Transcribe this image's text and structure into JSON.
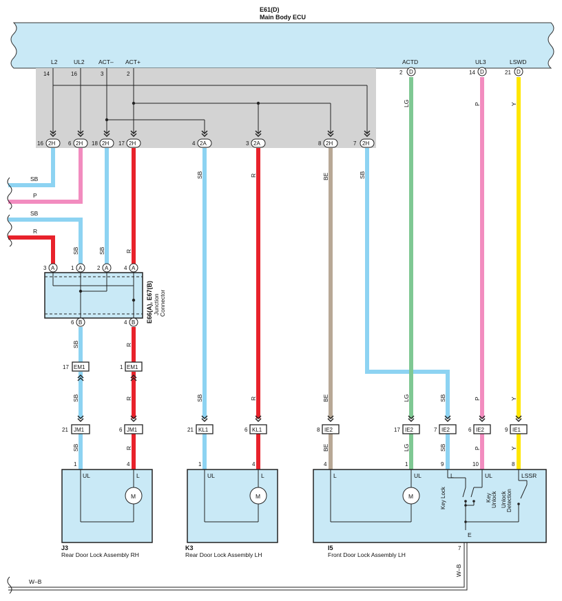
{
  "ecu": {
    "code": "E61(D)",
    "name": "Main Body ECU"
  },
  "ecu_pins": [
    {
      "label": "L2",
      "num": "14"
    },
    {
      "label": "UL2",
      "num": "16"
    },
    {
      "label": "ACT–",
      "num": "3"
    },
    {
      "label": "ACT+",
      "num": "2"
    },
    {
      "label": "ACTD",
      "num": "2",
      "conn": "D"
    },
    {
      "label": "UL3",
      "num": "14",
      "conn": "D"
    },
    {
      "label": "LSWD",
      "num": "21",
      "conn": "D"
    }
  ],
  "box_terms": [
    {
      "num": "16",
      "conn": "2H"
    },
    {
      "num": "6",
      "conn": "2H"
    },
    {
      "num": "18",
      "conn": "2H"
    },
    {
      "num": "17",
      "conn": "2H"
    },
    {
      "num": "4",
      "conn": "2A"
    },
    {
      "num": "3",
      "conn": "2A"
    },
    {
      "num": "8",
      "conn": "2H"
    },
    {
      "num": "7",
      "conn": "2H"
    }
  ],
  "wire_colors": {
    "SB": "SB",
    "P": "P",
    "R": "R",
    "BE": "BE",
    "LG": "LG",
    "Y": "Y",
    "WB": "W–B"
  },
  "palette": {
    "SB": "#8dd3f2",
    "P": "#f28cbf",
    "R": "#e8222b",
    "BE": "#b8a896",
    "LG": "#7fc893",
    "Y": "#ffe600",
    "ecu_fill": "#c9e9f6",
    "gray_box": "#d3d3d3"
  },
  "junction": {
    "name": "E66(A), E67(B)",
    "desc1": "Junction",
    "desc2": "Connector",
    "top_pins": [
      {
        "num": "3",
        "conn": "A"
      },
      {
        "num": "1",
        "conn": "A"
      },
      {
        "num": "2",
        "conn": "A"
      },
      {
        "num": "4",
        "conn": "A"
      }
    ],
    "bottom_pins": [
      {
        "num": "6",
        "conn": "B"
      },
      {
        "num": "4",
        "conn": "B"
      }
    ]
  },
  "connectors": [
    {
      "num": "17",
      "name": "EM1"
    },
    {
      "num": "1",
      "name": "EM1"
    },
    {
      "num": "21",
      "name": "JM1"
    },
    {
      "num": "6",
      "name": "JM1"
    },
    {
      "num": "21",
      "name": "KL1"
    },
    {
      "num": "6",
      "name": "KL1"
    },
    {
      "num": "8",
      "name": "IE2"
    },
    {
      "num": "17",
      "name": "IE2"
    },
    {
      "num": "7",
      "name": "IE2"
    },
    {
      "num": "6",
      "name": "IE2"
    },
    {
      "num": "9",
      "name": "IE1"
    }
  ],
  "assemblies": [
    {
      "code": "J3",
      "name": "Rear Door Lock Assembly RH",
      "pins": [
        "1",
        "4"
      ],
      "terms": [
        "UL",
        "L"
      ]
    },
    {
      "code": "K3",
      "name": "Rear Door Lock Assembly LH",
      "pins": [
        "1",
        "4"
      ],
      "terms": [
        "UL",
        "L"
      ]
    },
    {
      "code": "I5",
      "name": "Front Door Lock Assembly LH",
      "pins": [
        "4",
        "1",
        "9",
        "10",
        "8"
      ],
      "terms": [
        "L",
        "UL",
        "L",
        "UL",
        "LSSR"
      ],
      "ground_pin": "7",
      "ground_term": "E"
    }
  ],
  "motor_label": "M",
  "switch_labels": {
    "key_lock": "Key Lock",
    "key_unlock1": "Key",
    "key_unlock2": "Unlock",
    "unlock_det1": "Unlock",
    "unlock_det2": "Detection"
  }
}
